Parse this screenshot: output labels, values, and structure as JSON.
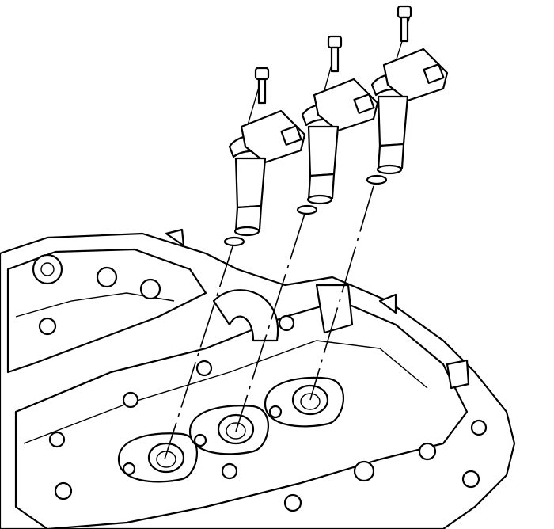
{
  "illustration": {
    "colors": {
      "line": "#000000",
      "fill": "#ffffff"
    },
    "parts": [
      "ignition-coil",
      "ignition-coil",
      "ignition-coil",
      "coil-bolt",
      "cylinder-head",
      "spark-plug-hole"
    ]
  }
}
